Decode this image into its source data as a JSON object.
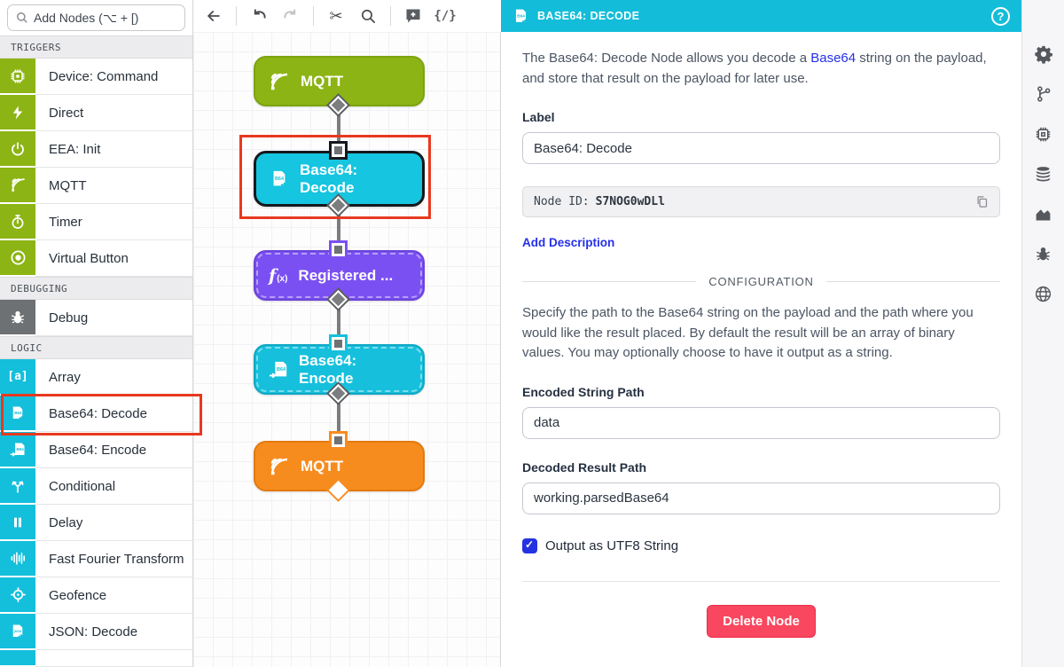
{
  "toolbar": {
    "search_placeholder": "Add Nodes (⌥ + [)",
    "braces_label": "{∕}"
  },
  "sidebar": {
    "sections": [
      {
        "label": "TRIGGERS",
        "items": [
          {
            "label": "Device: Command"
          },
          {
            "label": "Direct"
          },
          {
            "label": "EEA: Init"
          },
          {
            "label": "MQTT"
          },
          {
            "label": "Timer"
          },
          {
            "label": "Virtual Button"
          }
        ]
      },
      {
        "label": "DEBUGGING",
        "items": [
          {
            "label": "Debug"
          }
        ]
      },
      {
        "label": "LOGIC",
        "items": [
          {
            "label": "Array"
          },
          {
            "label": "Base64: Decode"
          },
          {
            "label": "Base64: Encode"
          },
          {
            "label": "Conditional"
          },
          {
            "label": "Delay"
          },
          {
            "label": "Fast Fourier Transform"
          },
          {
            "label": "Geofence"
          },
          {
            "label": "JSON: Decode"
          }
        ]
      }
    ]
  },
  "canvas": {
    "nodes": [
      {
        "label": "MQTT"
      },
      {
        "label": "Base64: Decode",
        "selected": true
      },
      {
        "label": "Registered ..."
      },
      {
        "label": "Base64: Encode"
      },
      {
        "label": "MQTT"
      }
    ]
  },
  "panel": {
    "title": "BASE64: DECODE",
    "help_label": "?",
    "description_before": "The Base64: Decode Node allows you decode a ",
    "description_link": "Base64",
    "description_after": " string on the payload, and store that result on the payload for later use.",
    "label_field": {
      "label": "Label",
      "value": "Base64: Decode"
    },
    "node_id": {
      "prefix": "Node ID:",
      "value": "S7NOG0wDLl"
    },
    "add_description": "Add Description",
    "configuration_heading": "CONFIGURATION",
    "config_description": "Specify the path to the Base64 string on the payload and the path where you would like the result placed. By default the result will be an array of binary values. You may optionally choose to have it output as a string.",
    "encoded_field": {
      "label": "Encoded String Path",
      "value": "data"
    },
    "decoded_field": {
      "label": "Decoded Result Path",
      "value": "working.parsedBase64"
    },
    "checkbox": {
      "label": "Output as UTF8 String",
      "checked": true
    },
    "delete_button": "Delete Node"
  },
  "colors": {
    "header_cyan": "#13bdd9",
    "trigger_green": "#8cb414",
    "logic_cyan": "#14bfdc",
    "debug_gray": "#6e7173",
    "purple": "#7b50f2",
    "orange": "#f78c1e",
    "selection_red": "#e8391f",
    "delete_red": "#f8475e",
    "link_blue": "#2430e8",
    "checkbox_blue": "#2433e0"
  }
}
